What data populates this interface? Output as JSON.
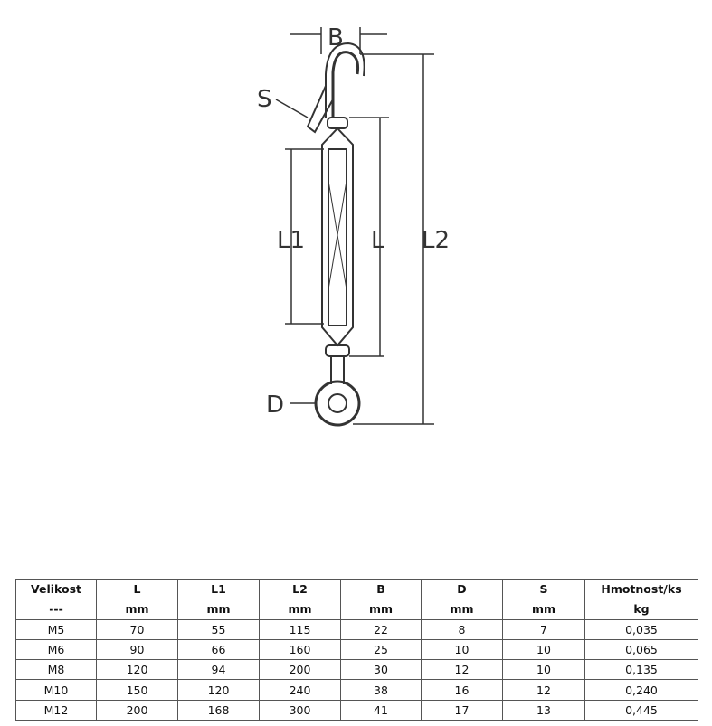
{
  "diagram": {
    "labels": {
      "b": "B",
      "s": "S",
      "l1": "L1",
      "l": "L",
      "l2": "L2",
      "d": "D"
    }
  },
  "table": {
    "headers": [
      "Velikost",
      "L",
      "L1",
      "L2",
      "B",
      "D",
      "S",
      "Hmotnost/ks"
    ],
    "units": [
      "---",
      "mm",
      "mm",
      "mm",
      "mm",
      "mm",
      "mm",
      "kg"
    ],
    "rows": [
      [
        "M5",
        "70",
        "55",
        "115",
        "22",
        "8",
        "7",
        "0,035"
      ],
      [
        "M6",
        "90",
        "66",
        "160",
        "25",
        "10",
        "10",
        "0,065"
      ],
      [
        "M8",
        "120",
        "94",
        "200",
        "30",
        "12",
        "10",
        "0,135"
      ],
      [
        "M10",
        "150",
        "120",
        "240",
        "38",
        "16",
        "12",
        "0,240"
      ],
      [
        "M12",
        "200",
        "168",
        "300",
        "41",
        "17",
        "13",
        "0,445"
      ]
    ]
  }
}
